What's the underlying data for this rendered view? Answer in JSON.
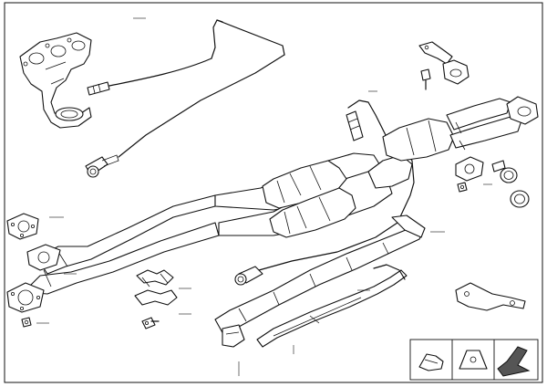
{
  "diagram": {
    "parts": [
      "exhaust-manifold",
      "oxygen-sensor-front",
      "oxygen-sensor-rear",
      "front-pipe",
      "catalytic-converter-assembly",
      "center-pipe-branch",
      "heat-shield",
      "support-bracket",
      "clamp-bracket",
      "gaskets",
      "rubber-mount",
      "bolts-and-nuts",
      "flange-gasket-rear",
      "sealing-rings",
      "hanger-bracket"
    ]
  },
  "legend": {
    "icons": [
      "bracket-symbol-icon",
      "support-symbol-icon",
      "arrow-symbol-icon"
    ]
  }
}
